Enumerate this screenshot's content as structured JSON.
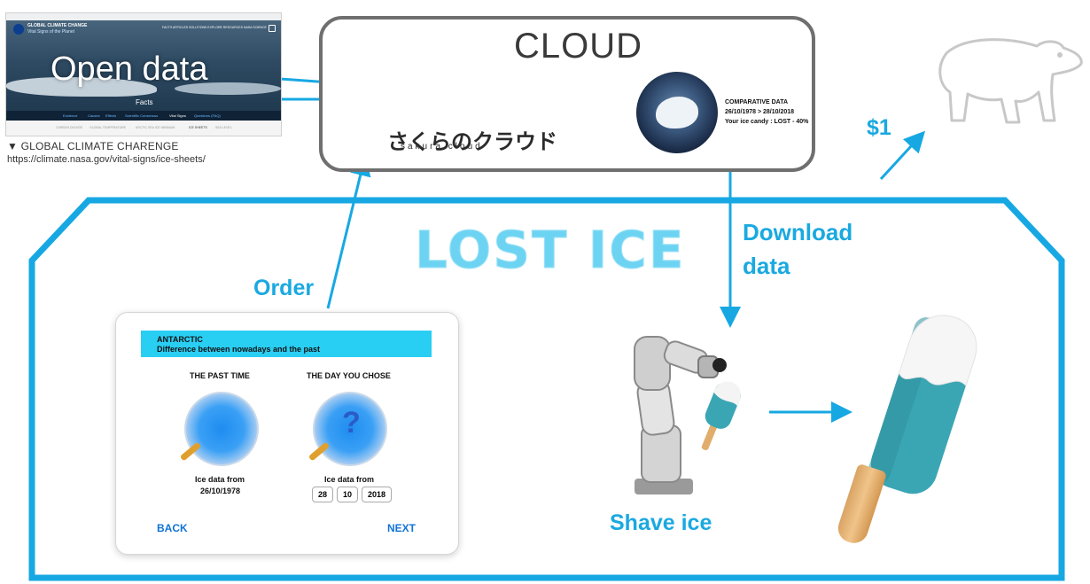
{
  "nasa_screenshot": {
    "brand_line1": "GLOBAL CLIMATE CHANGE",
    "brand_line2": "Vital Signs of the Planet",
    "nav": "FACTS   ARTICLES   SOLUTIONS   EXPLORE   RESOURCES   NASA SCIENCE",
    "overlay_title": "Open data",
    "facts": "Facts",
    "subnav": [
      "Evidence",
      "Causes",
      "Effects",
      "Scientific Consensus",
      "Vital Signs",
      "Questions (FAQ)"
    ],
    "bottom_nav": [
      "CARBON DIOXIDE",
      "GLOBAL TEMPERATURE",
      "ARCTIC SEA ICE MINIMUM",
      "ICE SHEETS",
      "SEA LEVEL"
    ]
  },
  "caption": {
    "title": "▼ GLOBAL CLIMATE CHARENGE",
    "url": "https://climate.nasa.gov/vital-signs/ice-sheets/"
  },
  "cloud": {
    "title": "CLOUD",
    "provider_jp": "さくらのクラウド",
    "provider_en": "sakura cloud",
    "comparative": {
      "heading": "COMPARATIVE DATA",
      "range": "26/10/1978 > 28/10/2018",
      "result": "Your ice candy : LOST - 40%"
    }
  },
  "lost_ice": {
    "title": "LOST ICE"
  },
  "labels": {
    "order": "Order",
    "download_line1": "Download",
    "download_line2": "data",
    "price": "$1",
    "shave": "Shave ice"
  },
  "tablet": {
    "header_line1": "ANTARCTIC",
    "header_line2": "Difference between nowadays and the past",
    "past_heading": "THE PAST TIME",
    "chosen_heading": "THE DAY YOU CHOSE",
    "question_mark": "?",
    "past_caption": "Ice data from",
    "past_date": "26/10/1978",
    "chosen_caption": "Ice data from",
    "chosen_day": "28",
    "chosen_month": "10",
    "chosen_year": "2018",
    "back": "BACK",
    "next": "NEXT"
  },
  "colors": {
    "accent_blue": "#1aa9e0",
    "frame_blue": "#17a8e3",
    "cloud_border": "#6f6f6f",
    "tablet_header": "#29cef3",
    "popsicle_teal": "#3aa6b4"
  }
}
